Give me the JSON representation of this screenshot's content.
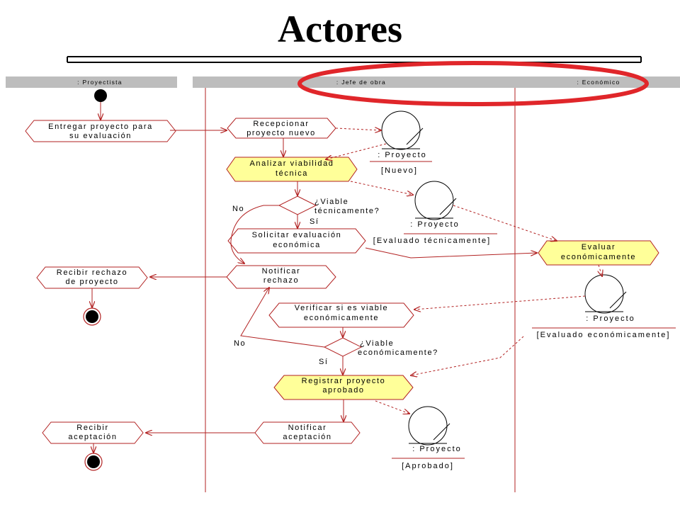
{
  "slide": {
    "title": "Actores"
  },
  "lanes": [
    {
      "id": "proyectista",
      "label": ": Proyectista"
    },
    {
      "id": "jefe",
      "label": ": Jefe de obra"
    },
    {
      "id": "economico",
      "label": ": Económico"
    }
  ],
  "activities": {
    "entregar": [
      "Entregar proyecto para",
      "su evaluación"
    ],
    "recepcionar": [
      "Recepcionar",
      "proyecto nuevo"
    ],
    "analizar": [
      "Analizar viabilidad",
      "técnica"
    ],
    "solicitar": [
      "Solicitar evaluación",
      "económica"
    ],
    "evaluar": [
      "Evaluar",
      "económicamente"
    ],
    "recibir_rechazo": [
      "Recibir rechazo",
      "de proyecto"
    ],
    "notificar_rechazo": [
      "Notificar",
      "rechazo"
    ],
    "verificar": [
      "Verificar si es viable",
      "económicamente"
    ],
    "registrar": [
      "Registrar proyecto",
      "aprobado"
    ],
    "recibir_aceptacion": [
      "Recibir",
      "aceptación"
    ],
    "notificar_aceptacion": [
      "Notificar",
      "aceptación"
    ]
  },
  "decisions": {
    "tecnica": {
      "question": [
        "¿Viable",
        "técnicamente?"
      ],
      "no": "No",
      "yes": "Sí"
    },
    "economica": {
      "question": [
        "¿Viable",
        "económicamente?"
      ],
      "no": "No",
      "yes": "Sí"
    }
  },
  "objects": {
    "nuevo": {
      "name": ": Proyecto",
      "state": "[Nuevo]"
    },
    "tecnico": {
      "name": ": Proyecto",
      "state": "[Evaluado técnicamente]"
    },
    "economico": {
      "name": ": Proyecto",
      "state": "[Evaluado económicamente]"
    },
    "aprobado": {
      "name": ": Proyecto",
      "state": "[Aprobado]"
    }
  },
  "colors": {
    "line": "#b22222",
    "highlight_fill": "#ffff99",
    "lane_header": "#bdbdbd",
    "annotation_ring": "#e0262a"
  }
}
